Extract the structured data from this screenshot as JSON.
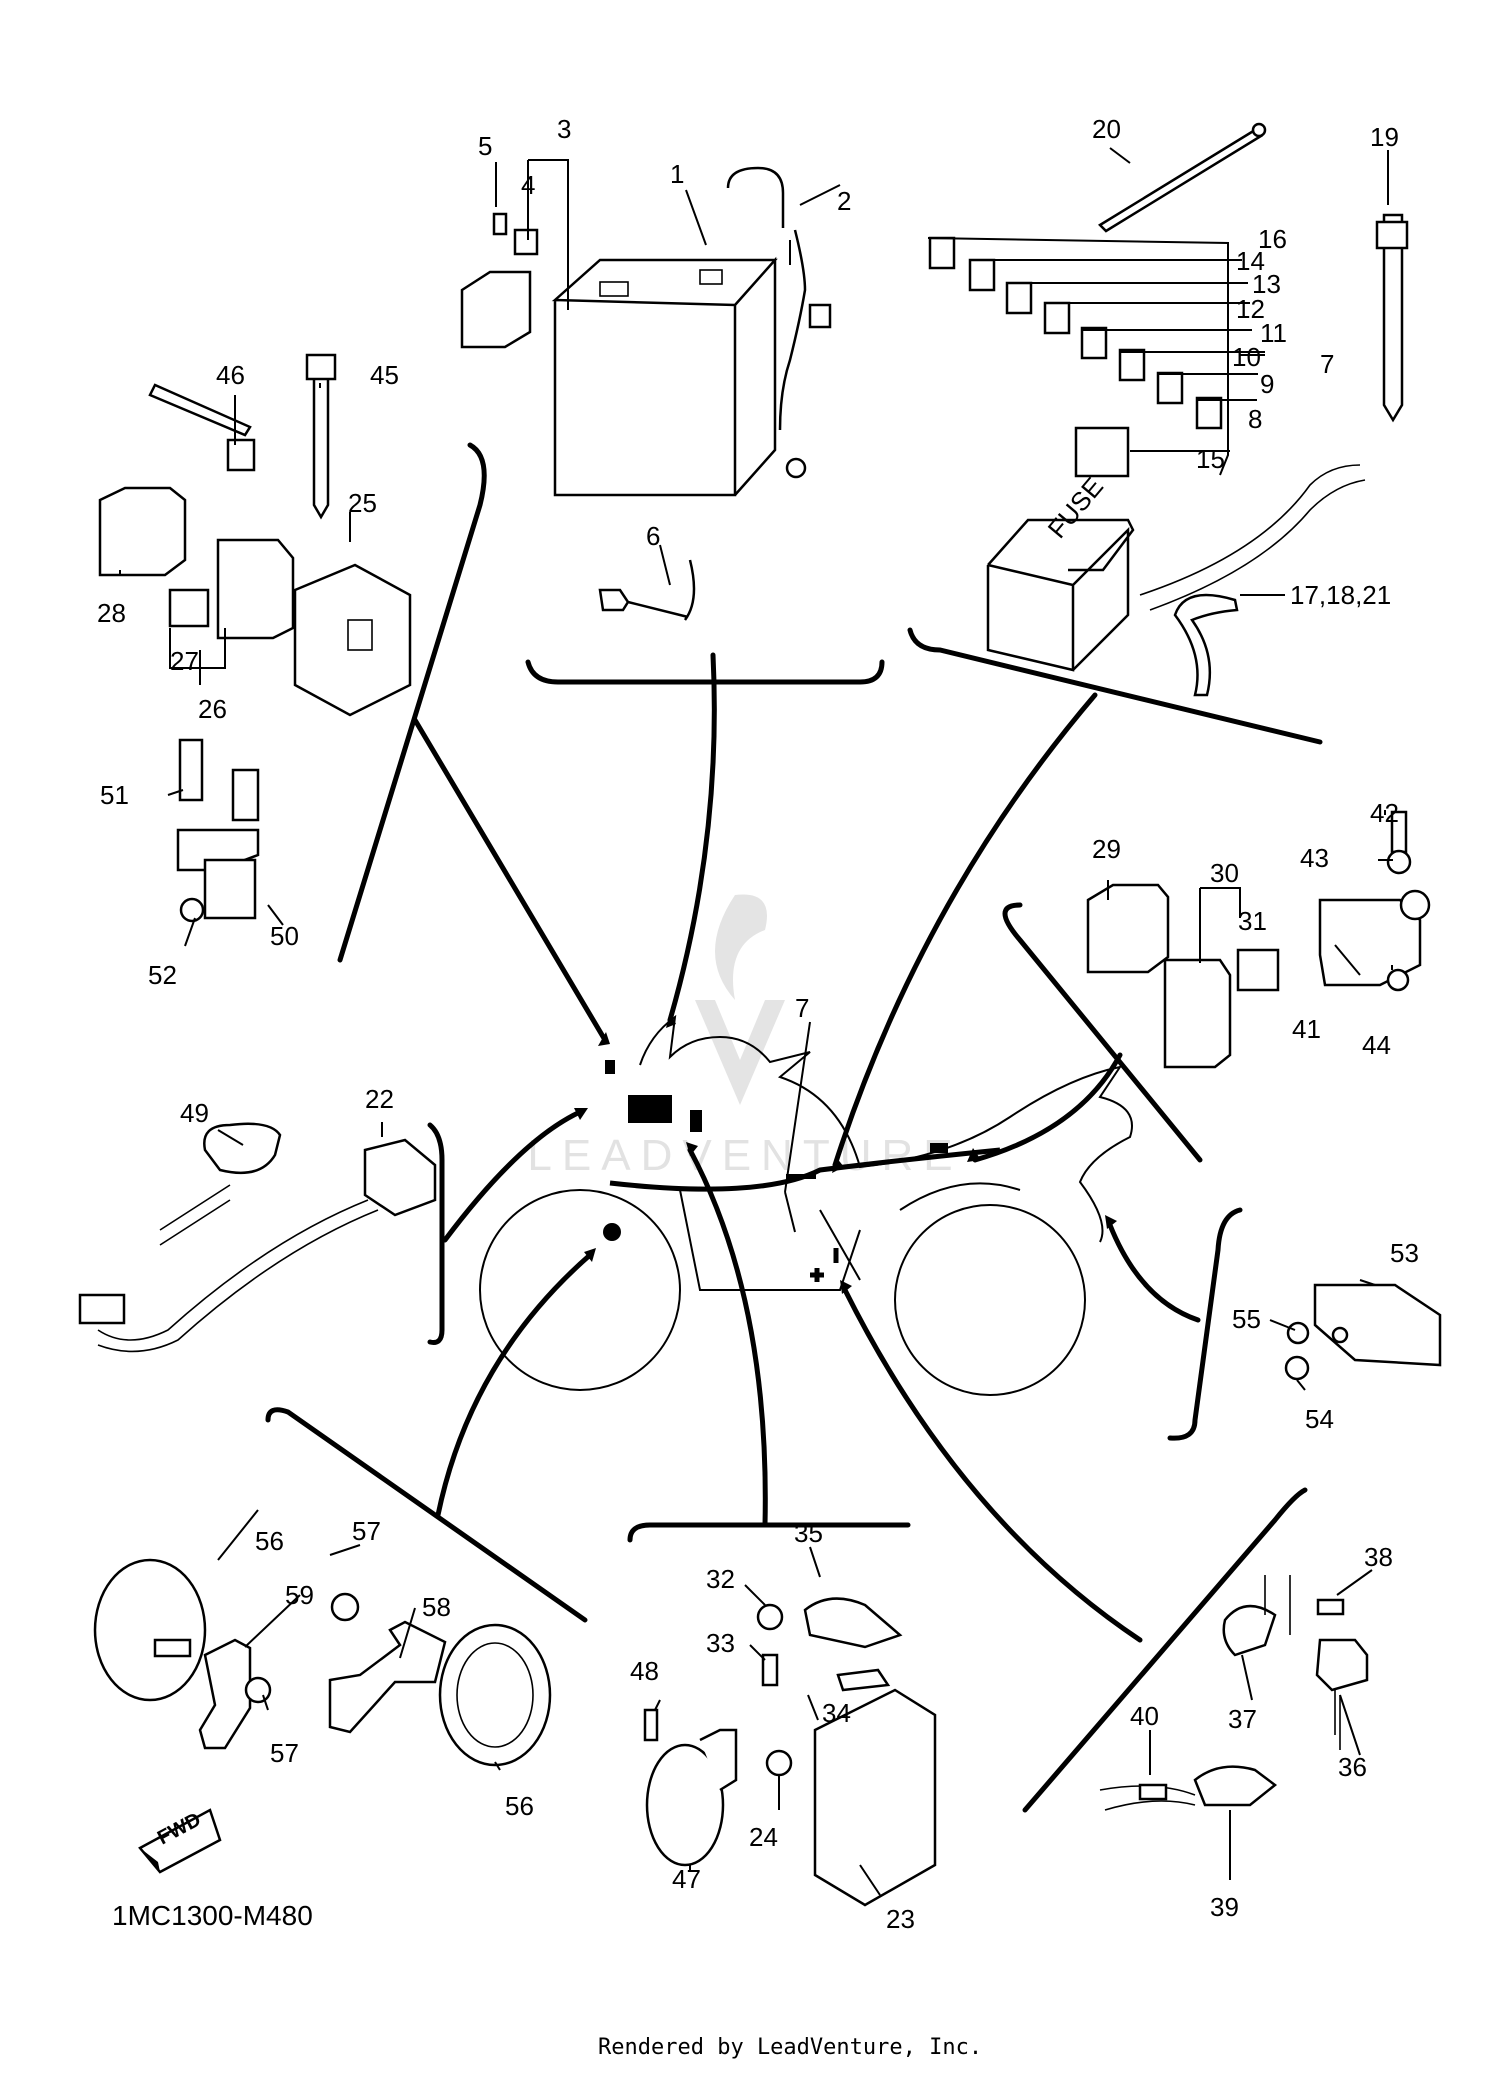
{
  "diagram": {
    "code": "1MC1300-M480",
    "credit": "Rendered by LeadVenture, Inc.",
    "watermark": "LEADVENTURE",
    "fwd_label": "FWD",
    "fuse_label": "FUSE",
    "callouts": [
      "1",
      "2",
      "3",
      "4",
      "5",
      "6",
      "7",
      "8",
      "9",
      "10",
      "11",
      "12",
      "13",
      "14",
      "15",
      "16",
      "17,18,21",
      "19",
      "20",
      "22",
      "23",
      "24",
      "25",
      "26",
      "27",
      "28",
      "29",
      "30",
      "31",
      "32",
      "33",
      "34",
      "35",
      "36",
      "37",
      "38",
      "39",
      "40",
      "41",
      "42",
      "43",
      "44",
      "45",
      "46",
      "47",
      "48",
      "49",
      "50",
      "51",
      "52",
      "53",
      "54",
      "55",
      "56",
      "56",
      "57",
      "57",
      "58",
      "59",
      "7"
    ]
  }
}
